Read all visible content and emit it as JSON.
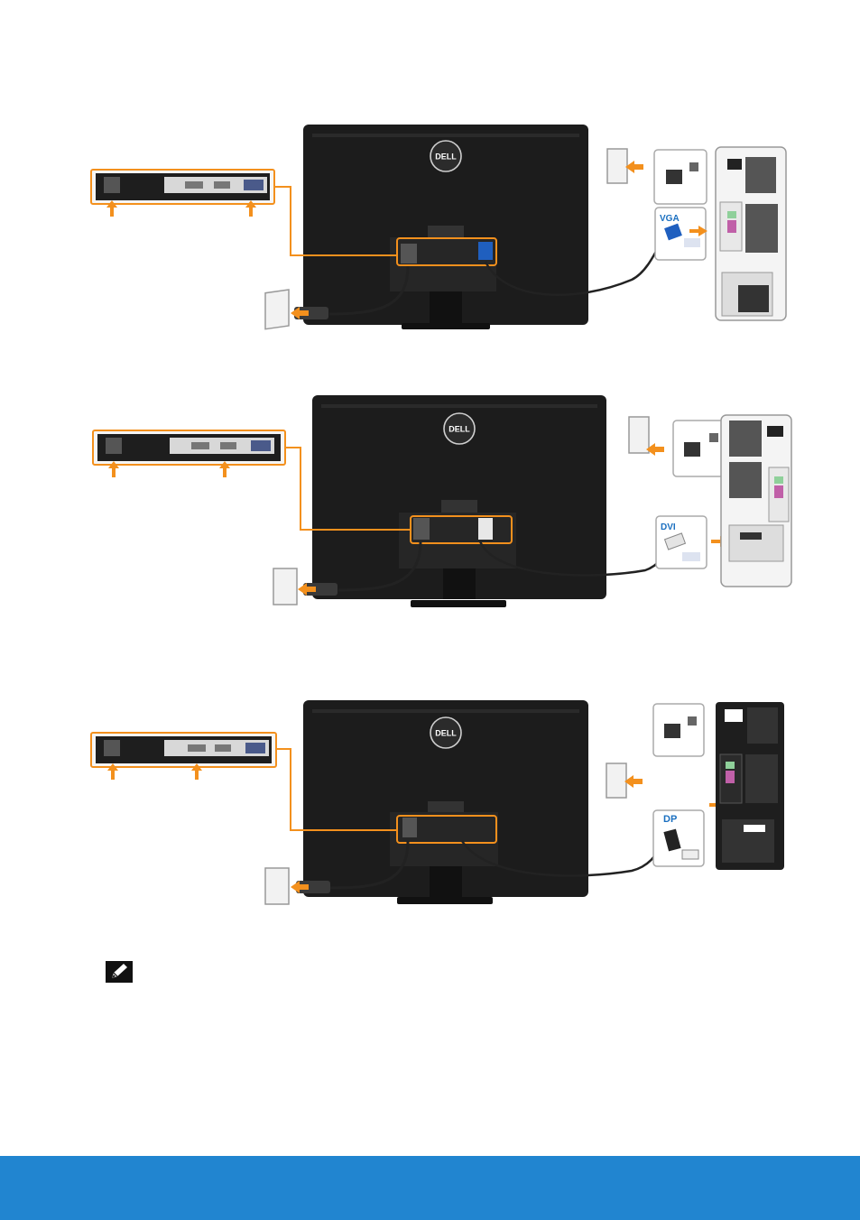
{
  "diagrams": [
    {
      "id": "vga",
      "connector_label": "VGA"
    },
    {
      "id": "dvi",
      "connector_label": "DVI"
    },
    {
      "id": "dp",
      "connector_label": "DP"
    }
  ],
  "brand": {
    "logo_text": "DELL"
  },
  "colors": {
    "accent": "#f3901d",
    "monitor": "#1c1c1c",
    "footer": "#2185d0",
    "vga_blue": "#1f5fbf",
    "label_blue": "#1a6fc0"
  },
  "icons": {
    "note": "pencil-note-icon"
  }
}
